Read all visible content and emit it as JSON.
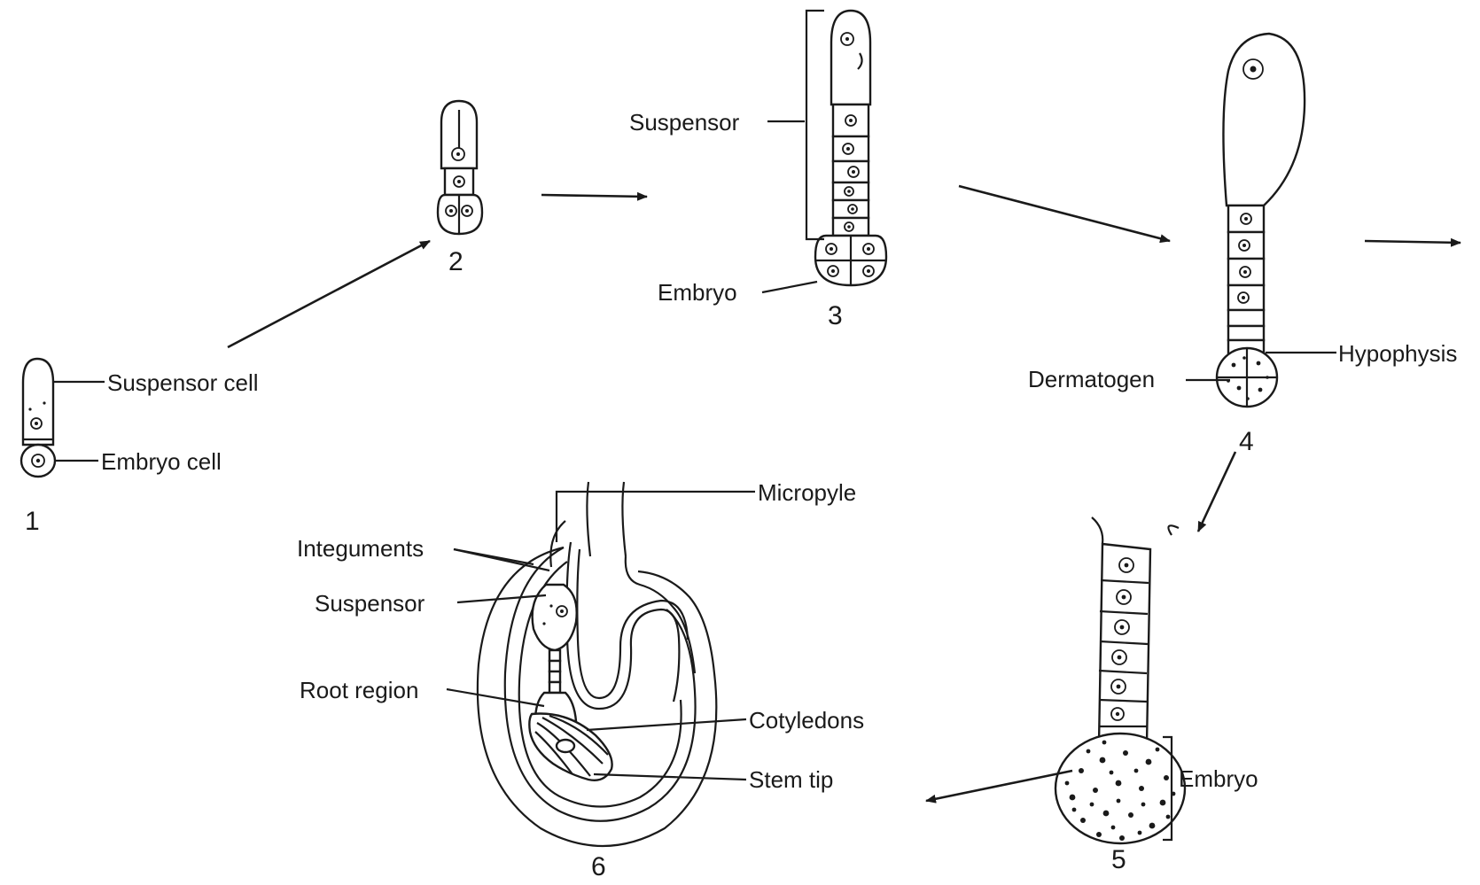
{
  "stages": {
    "s1": {
      "number": "1",
      "suspensor_cell": "Suspensor cell",
      "embryo_cell": "Embryo cell"
    },
    "s2": {
      "number": "2"
    },
    "s3": {
      "number": "3",
      "suspensor": "Suspensor",
      "embryo": "Embryo"
    },
    "s4": {
      "number": "4",
      "hypophysis": "Hypophysis",
      "dermatogen": "Dermatogen"
    },
    "s5": {
      "number": "5",
      "embryo": "Embryo"
    },
    "s6": {
      "number": "6",
      "micropyle": "Micropyle",
      "integuments": "Integuments",
      "suspensor": "Suspensor",
      "root_region": "Root region",
      "cotyledons": "Cotyledons",
      "stem_tip": "Stem tip"
    }
  },
  "icons": {
    "arrow": "right-arrow-icon"
  }
}
